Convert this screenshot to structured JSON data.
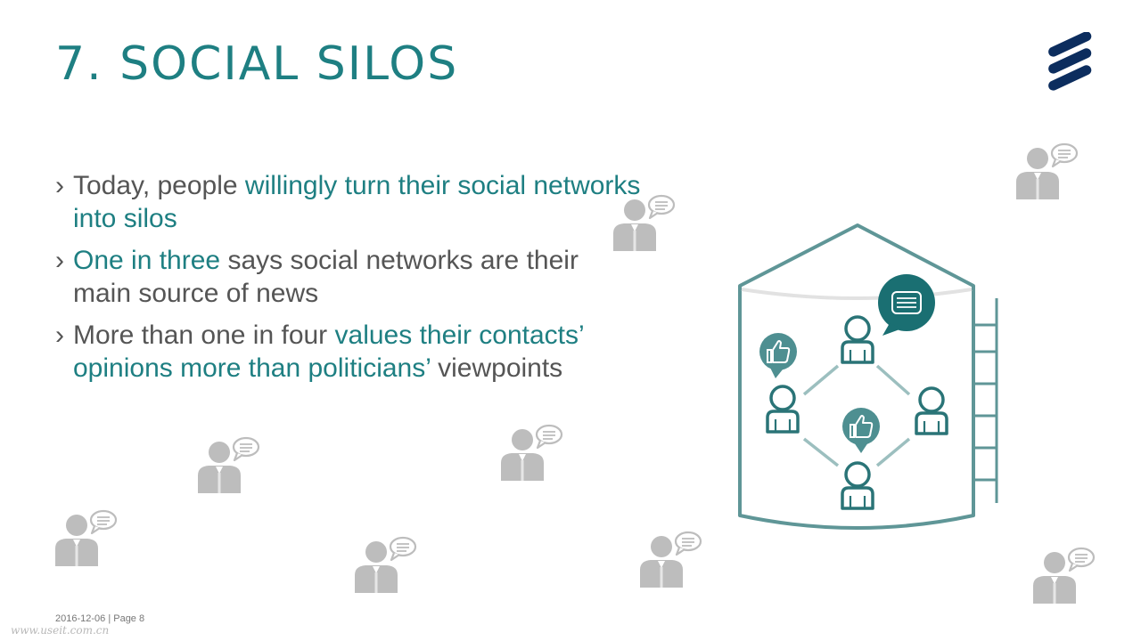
{
  "title": "7. SOCIAL SILOS",
  "bullets": [
    {
      "mark": "›",
      "parts": [
        {
          "text": "Today, people ",
          "highlight": false
        },
        {
          "text": "willingly turn their social networks into silos",
          "highlight": true
        }
      ]
    },
    {
      "mark": "›",
      "parts": [
        {
          "text": "One in three",
          "highlight": true
        },
        {
          "text": " says social networks are their main source of news",
          "highlight": false
        }
      ]
    },
    {
      "mark": "›",
      "parts": [
        {
          "text": "More than one in four ",
          "highlight": false
        },
        {
          "text": "values their contacts’ opinions more than politicians’",
          "highlight": true
        },
        {
          "text": " viewpoints",
          "highlight": false
        }
      ]
    }
  ],
  "footer": "2016-12-06 | Page 8",
  "watermark": "www.useit.com.cn",
  "colors": {
    "accent": "#1e7f82",
    "silo": "#5f9697",
    "person_gray": "#bdbdbd",
    "logo": "#0c2d5e"
  },
  "icons": {
    "logo": "ericsson-logo-icon",
    "person": "person-with-speech-bubble-icon",
    "like": "thumbs-up-icon",
    "chat": "chat-bubble-icon"
  }
}
